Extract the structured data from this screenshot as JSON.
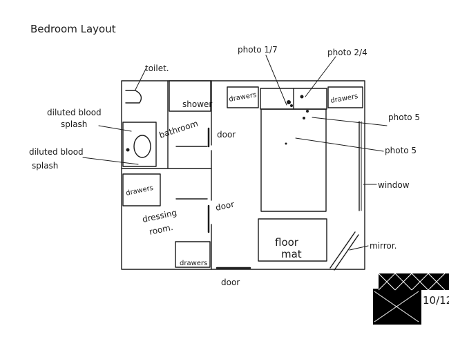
{
  "title": "Bedroom Layout",
  "rooms": {
    "toilet": "toilet.",
    "shower": "shower",
    "bathroom": "bathroom",
    "dressing_line1": "dressing",
    "dressing_line2": "room.",
    "floor_mat_line1": "floor",
    "floor_mat_line2": "mat",
    "window": "window",
    "mirror": "mirror."
  },
  "furniture": {
    "drawers_top_left": "drawers",
    "drawers_top_right": "drawers",
    "drawers_left": "drawers",
    "drawers_bottom": "drawers"
  },
  "doors": {
    "door_bathroom": "door",
    "door_dressing": "door",
    "door_entrance": "door"
  },
  "evidence": {
    "splash1_line1": "diluted blood",
    "splash1_line2": "splash",
    "splash2_line1": "diluted blood",
    "splash2_line2": "splash",
    "photo_1_7": "photo 1/7",
    "photo_2_4": "photo 2/4",
    "photo_5_a": "photo 5",
    "photo_5_b": "photo 5"
  },
  "page_number": "10/12",
  "colors": {
    "ink": "#1b1b1b",
    "paper": "#ffffff",
    "redaction": "#000000"
  }
}
